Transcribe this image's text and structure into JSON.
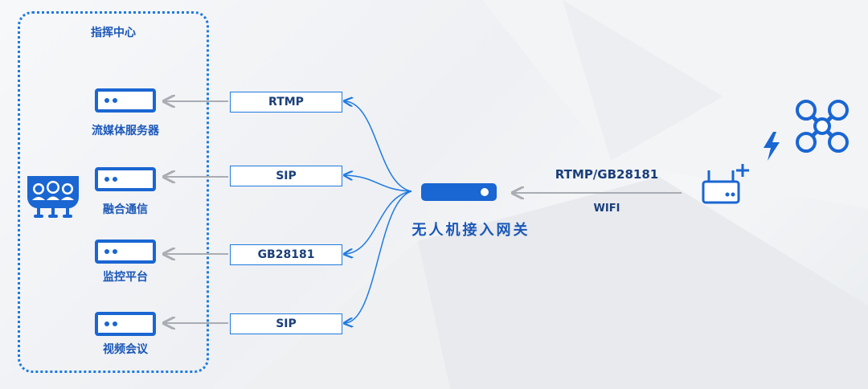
{
  "command_center": {
    "title": "指挥中心",
    "servers": [
      {
        "label": "流媒体服务器",
        "protocol": "RTMP"
      },
      {
        "label": "融合通信",
        "protocol": "SIP"
      },
      {
        "label": "监控平台",
        "protocol": "GB28181"
      },
      {
        "label": "视频会议",
        "protocol": "SIP"
      }
    ]
  },
  "gateway": {
    "label": "无人机接入网关"
  },
  "uplink": {
    "protocols": "RTMP/GB28181",
    "medium": "WIFI"
  },
  "colors": {
    "primary": "#1a66d2",
    "accent": "#1f7ae0",
    "arrow_gray": "#a9adb3",
    "text_dark": "#1a3f7a"
  },
  "icons": [
    "server-icon",
    "people-group-icon",
    "router-icon",
    "lightning-icon",
    "drone-icon"
  ]
}
